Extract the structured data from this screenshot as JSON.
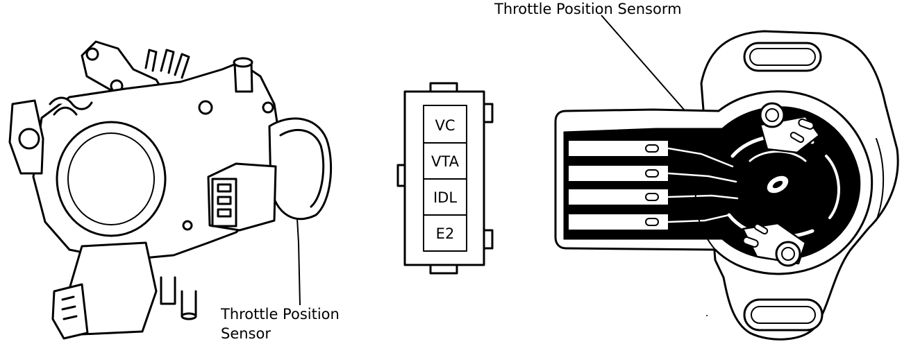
{
  "labels": {
    "sensor_callout_line1": "Throttle Position",
    "sensor_callout_line2": "Sensor",
    "sensor_detail_callout": "Throttle Position Sensorm"
  },
  "connector": {
    "pins": [
      "VC",
      "VTA",
      "IDL",
      "E2"
    ]
  },
  "colors": {
    "ink": "#000000",
    "paper": "#ffffff"
  }
}
